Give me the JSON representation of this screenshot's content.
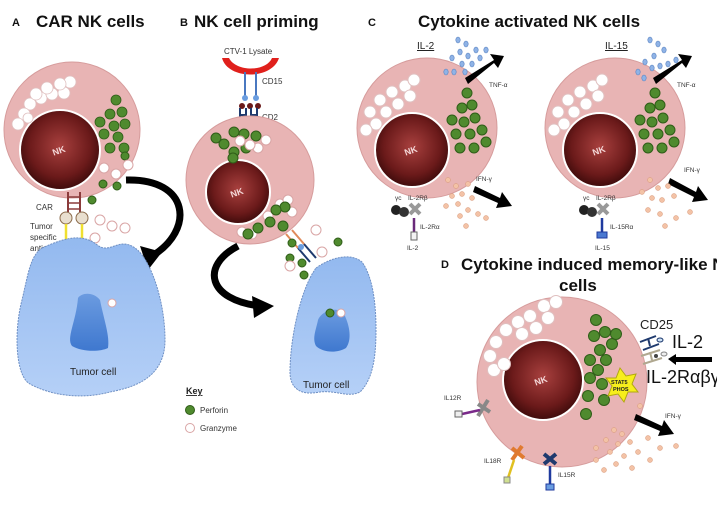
{
  "figure": {
    "panels": [
      {
        "letter": "A",
        "title": "CAR NK cells"
      },
      {
        "letter": "B",
        "title": "NK cell priming"
      },
      {
        "letter": "C",
        "title": "Cytokine activated NK cells"
      },
      {
        "letter": "D",
        "title_line1": "Cytokine induced memory-like NK",
        "title_line2": "cells"
      }
    ],
    "panel_a": {
      "nk_label": "NK",
      "car_label": "CAR",
      "antigen_label_1": "Tumor",
      "antigen_label_2": "specific",
      "antigen_label_3": "antigen",
      "tumor_label": "Tumor cell"
    },
    "panel_b": {
      "lysate_label": "CTV-1 Lysate",
      "cd15_label": "CD15",
      "cd2_label": "CD2",
      "nk_label": "NK",
      "tumor_label": "Tumor cell"
    },
    "panel_c": {
      "left": {
        "subtitle": "IL-2",
        "tnf_label": "TNF-α",
        "ifn_label": "IFN-γ",
        "gamma_c_label": "γc",
        "il2rb_label": "IL-2Rβ",
        "receptor_alpha_label": "IL-2Rα",
        "cytokine_label": "IL-2",
        "nk_label": "NK"
      },
      "right": {
        "subtitle": "IL-15",
        "tnf_label": "TNF-α",
        "ifn_label": "IFN-γ",
        "gamma_c_label": "γc",
        "il2rb_label": "IL-2Rβ",
        "receptor_alpha_label": "IL-15Rα",
        "cytokine_label": "IL-15",
        "nk_label": "NK"
      }
    },
    "panel_d": {
      "nk_label": "NK",
      "cd25_label": "CD25",
      "il2_label": "IL-2",
      "receptor_label": "IL-2Rαβγ",
      "stat_line1": "STAT5",
      "stat_line2": "PHOS",
      "ifn_label": "IFN-γ",
      "il12r_label": "IL12R",
      "il18r_label": "IL18R",
      "il15r_label": "IL15R"
    },
    "key": {
      "title": "Key",
      "items": [
        {
          "label": "Perforin",
          "color": "#4f8a2e"
        },
        {
          "label": "Granzyme",
          "color": "#ffffff"
        }
      ]
    },
    "colors": {
      "cell_body": "#e8b4b4",
      "nucleus": "#6b1a1a",
      "perforin": "#4f8a2e",
      "tumor": "#a9c8f5",
      "lysate": "#e0201c",
      "tnf_vesicle": "#8fb3e6",
      "ifn_vesicle": "#f3c2a6",
      "stat_star": "#f7ee1c"
    }
  }
}
